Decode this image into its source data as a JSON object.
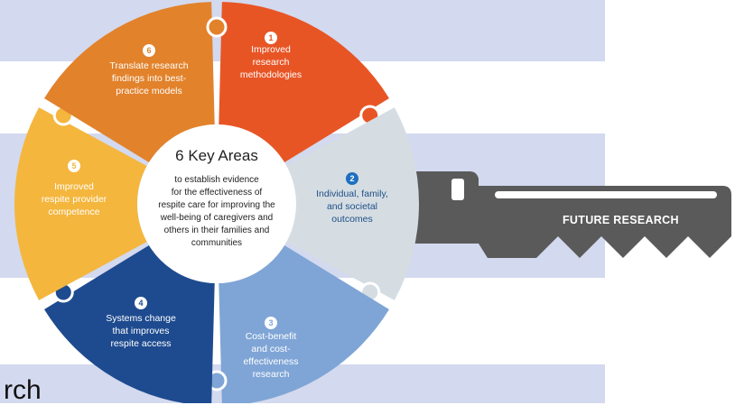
{
  "center": {
    "title": "6 Key Areas",
    "lines": [
      "to establish evidence",
      "for the effectiveness of",
      "respite care for improving the",
      "well-being of caregivers and",
      "others in their families and",
      "communities"
    ]
  },
  "segments": [
    {
      "number": "1",
      "lines": [
        "Improved",
        "research",
        "methodologies"
      ],
      "color": "#e85525"
    },
    {
      "number": "2",
      "lines": [
        "Individual, family,",
        "and societal",
        "outcomes"
      ],
      "color": "#d5dde3"
    },
    {
      "number": "3",
      "lines": [
        "Cost-benefit",
        "and cost-",
        "effectiveness",
        "research"
      ],
      "color": "#7fa5d6"
    },
    {
      "number": "4",
      "lines": [
        "Systems change",
        "that improves",
        "respite access"
      ],
      "color": "#1e4b8f"
    },
    {
      "number": "5",
      "lines": [
        "Improved",
        "respite provider",
        "competence"
      ],
      "color": "#f4b63d"
    },
    {
      "number": "6",
      "lines": [
        "Translate research",
        "findings into best-",
        "practice models"
      ],
      "color": "#e2822b"
    }
  ],
  "key": {
    "label": "FUTURE RESEARCH",
    "color": "#5a5a5a"
  },
  "footer": {
    "partial_text": "rch"
  }
}
